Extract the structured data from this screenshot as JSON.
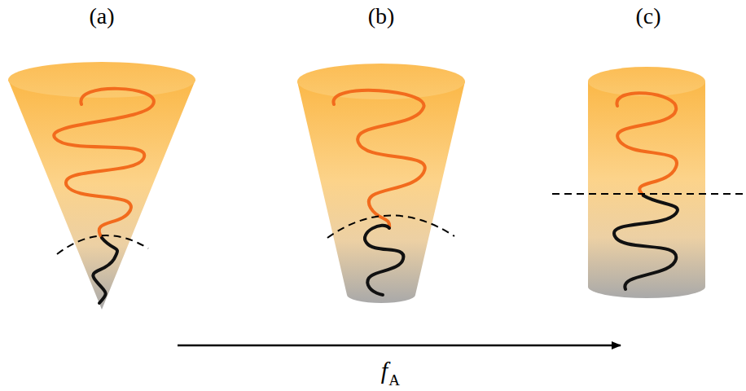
{
  "diagram": {
    "labels": [
      "(a)",
      "(b)",
      "(c)",
      "f",
      "A"
    ]
  }
}
